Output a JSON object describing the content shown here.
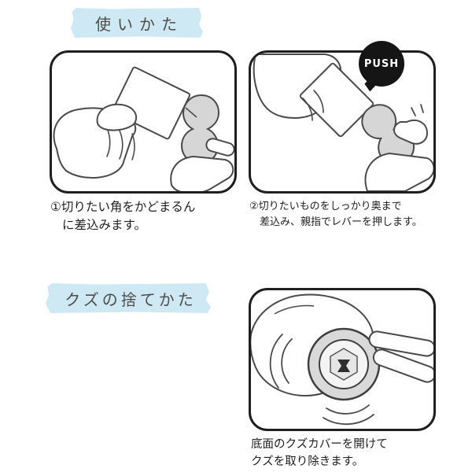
{
  "usage": {
    "banner": "使いかた",
    "steps": [
      {
        "caption_lines": [
          "①切りたい角をかどまるん",
          "に差込みます。"
        ]
      },
      {
        "badge": "PUSH",
        "caption_lines": [
          "②切りたいものをしっかり奥まで",
          "差込み、親指でレバーを押します。"
        ]
      }
    ]
  },
  "disposal": {
    "banner": "クズの捨てかた",
    "caption_lines": [
      "底面のクズカバーを開けて",
      "クズを取り除きます。"
    ]
  },
  "colors": {
    "tape_blue": "#cfe9f4",
    "panel_border": "#1f1f1f",
    "badge_black": "#151515",
    "badge_text": "#ffffff",
    "device_gray": "#d6d6d6",
    "line_dark": "#4a4a4a",
    "text_dark": "#1d1d1d"
  }
}
